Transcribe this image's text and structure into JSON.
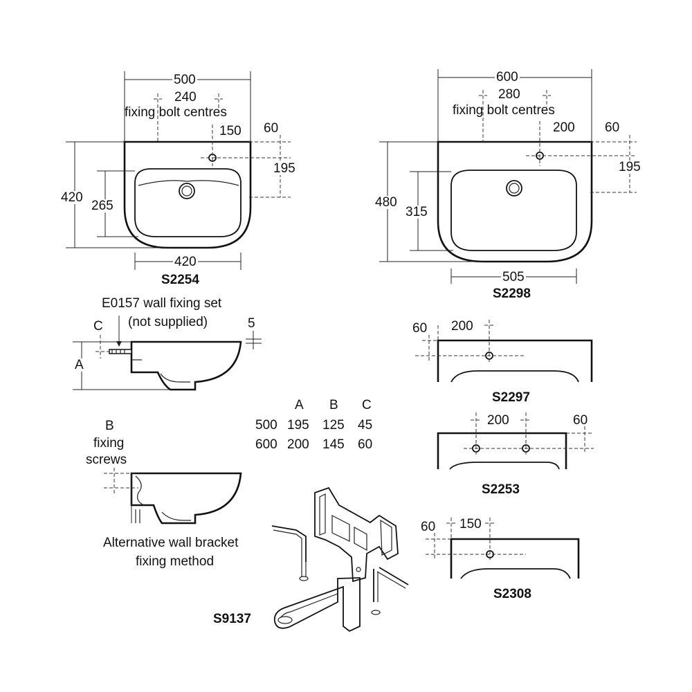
{
  "s2254": {
    "model": "S2254",
    "width": "500",
    "bolt_centres": "240",
    "bolt_label": "fixing bolt centres",
    "tap_offset": "150",
    "top_gap": "60",
    "side_depth": "195",
    "height": "420",
    "bowl_height": "265",
    "bowl_width": "420"
  },
  "s2298": {
    "model": "S2298",
    "width": "600",
    "bolt_centres": "280",
    "bolt_label": "fixing bolt centres",
    "tap_offset": "200",
    "top_gap": "60",
    "side_depth": "195",
    "height": "480",
    "bowl_height": "315",
    "bowl_width": "505"
  },
  "side_view": {
    "fixing_set": "E0157 wall fixing set",
    "not_supplied": "(not supplied)",
    "c_label": "C",
    "a_label": "A",
    "gap": "5"
  },
  "dim_table": {
    "headers": [
      "",
      "A",
      "B",
      "C"
    ],
    "rows": [
      [
        "500",
        "195",
        "125",
        "45"
      ],
      [
        "600",
        "200",
        "145",
        "60"
      ]
    ]
  },
  "alt_bracket": {
    "b_label": "B",
    "fixing": "fixing",
    "screws": "screws",
    "caption_line1": "Alternative wall bracket",
    "caption_line2": "fixing method"
  },
  "s2297": {
    "model": "S2297",
    "left": "60",
    "offset": "200"
  },
  "s2253": {
    "model": "S2253",
    "offset": "200",
    "right": "60"
  },
  "s2308": {
    "model": "S2308",
    "left": "60",
    "offset": "150"
  },
  "s9137": {
    "model": "S9137"
  }
}
